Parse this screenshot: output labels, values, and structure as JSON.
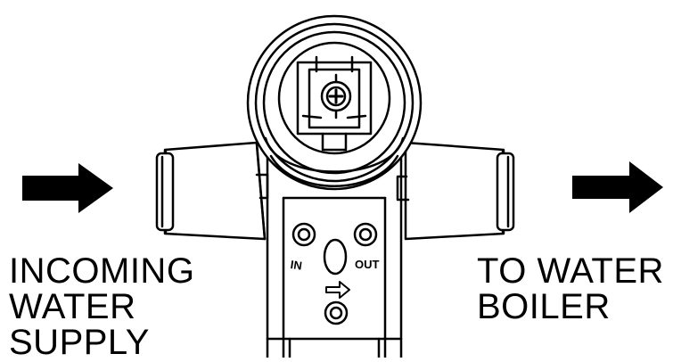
{
  "left_label": {
    "line1": "INCOMING",
    "line2": "WATER",
    "line3": "SUPPLY"
  },
  "right_label": {
    "line1": "TO WATER",
    "line2": "BOILER"
  },
  "valve": {
    "in_label": "IN",
    "out_label": "OUT"
  },
  "colors": {
    "ink": "#000000",
    "background": "#ffffff"
  },
  "icons": [
    "arrow-right-icon",
    "flow-direction-arrow-icon"
  ]
}
